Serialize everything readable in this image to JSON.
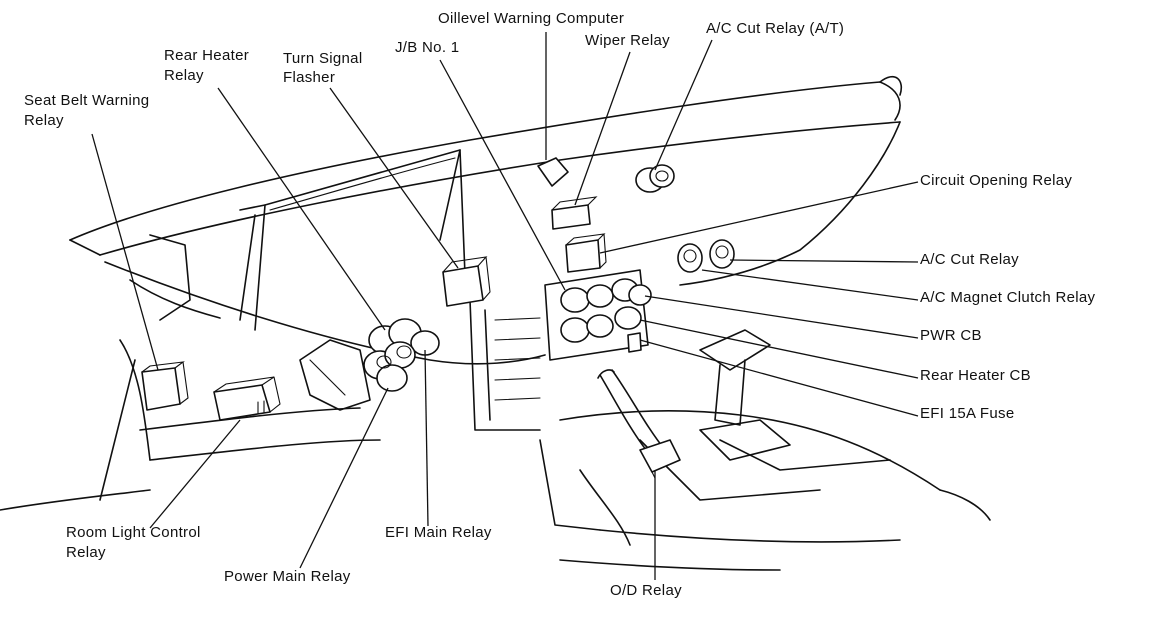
{
  "labels": {
    "oil_level_warning_computer": "Oillevel Warning Computer",
    "wiper_relay": "Wiper Relay",
    "ac_cut_relay_at": "A/C Cut Relay (A/T)",
    "rear_heater_relay_1": "Rear Heater",
    "rear_heater_relay_2": "Relay",
    "turn_signal_flasher_1": "Turn Signal",
    "turn_signal_flasher_2": "Flasher",
    "jb_no1": "J/B No. 1",
    "seat_belt_warning_relay_1": "Seat Belt Warning",
    "seat_belt_warning_relay_2": "Relay",
    "circuit_opening_relay": "Circuit Opening Relay",
    "ac_cut_relay": "A/C Cut Relay",
    "ac_magnet_clutch_relay": "A/C Magnet Clutch Relay",
    "pwr_cb": "PWR CB",
    "rear_heater_cb": "Rear Heater CB",
    "efi_15a_fuse": "EFI 15A Fuse",
    "room_light_control_relay_1": "Room Light Control",
    "room_light_control_relay_2": "Relay",
    "efi_main_relay": "EFI Main Relay",
    "power_main_relay": "Power Main Relay",
    "od_relay": "O/D Relay"
  }
}
